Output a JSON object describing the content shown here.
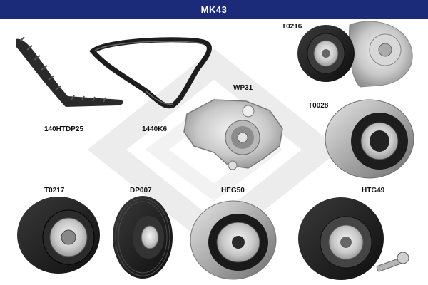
{
  "header": {
    "title": "MK43",
    "color": "#1c2a7a"
  },
  "parts": [
    {
      "code": "140HTDP25",
      "kind": "timing-belt"
    },
    {
      "code": "1440K6",
      "kind": "v-ribbed-belt"
    },
    {
      "code": "WP31",
      "kind": "water-pump"
    },
    {
      "code": "T0216",
      "kind": "belt-tensioner"
    },
    {
      "code": "T0028",
      "kind": "idler-pulley"
    },
    {
      "code": "T0217",
      "kind": "tensioner-pulley"
    },
    {
      "code": "DP007",
      "kind": "crankshaft-pulley"
    },
    {
      "code": "HEG50",
      "kind": "deflection-pulley"
    },
    {
      "code": "HTG49",
      "kind": "tensioner-with-bolt"
    }
  ]
}
